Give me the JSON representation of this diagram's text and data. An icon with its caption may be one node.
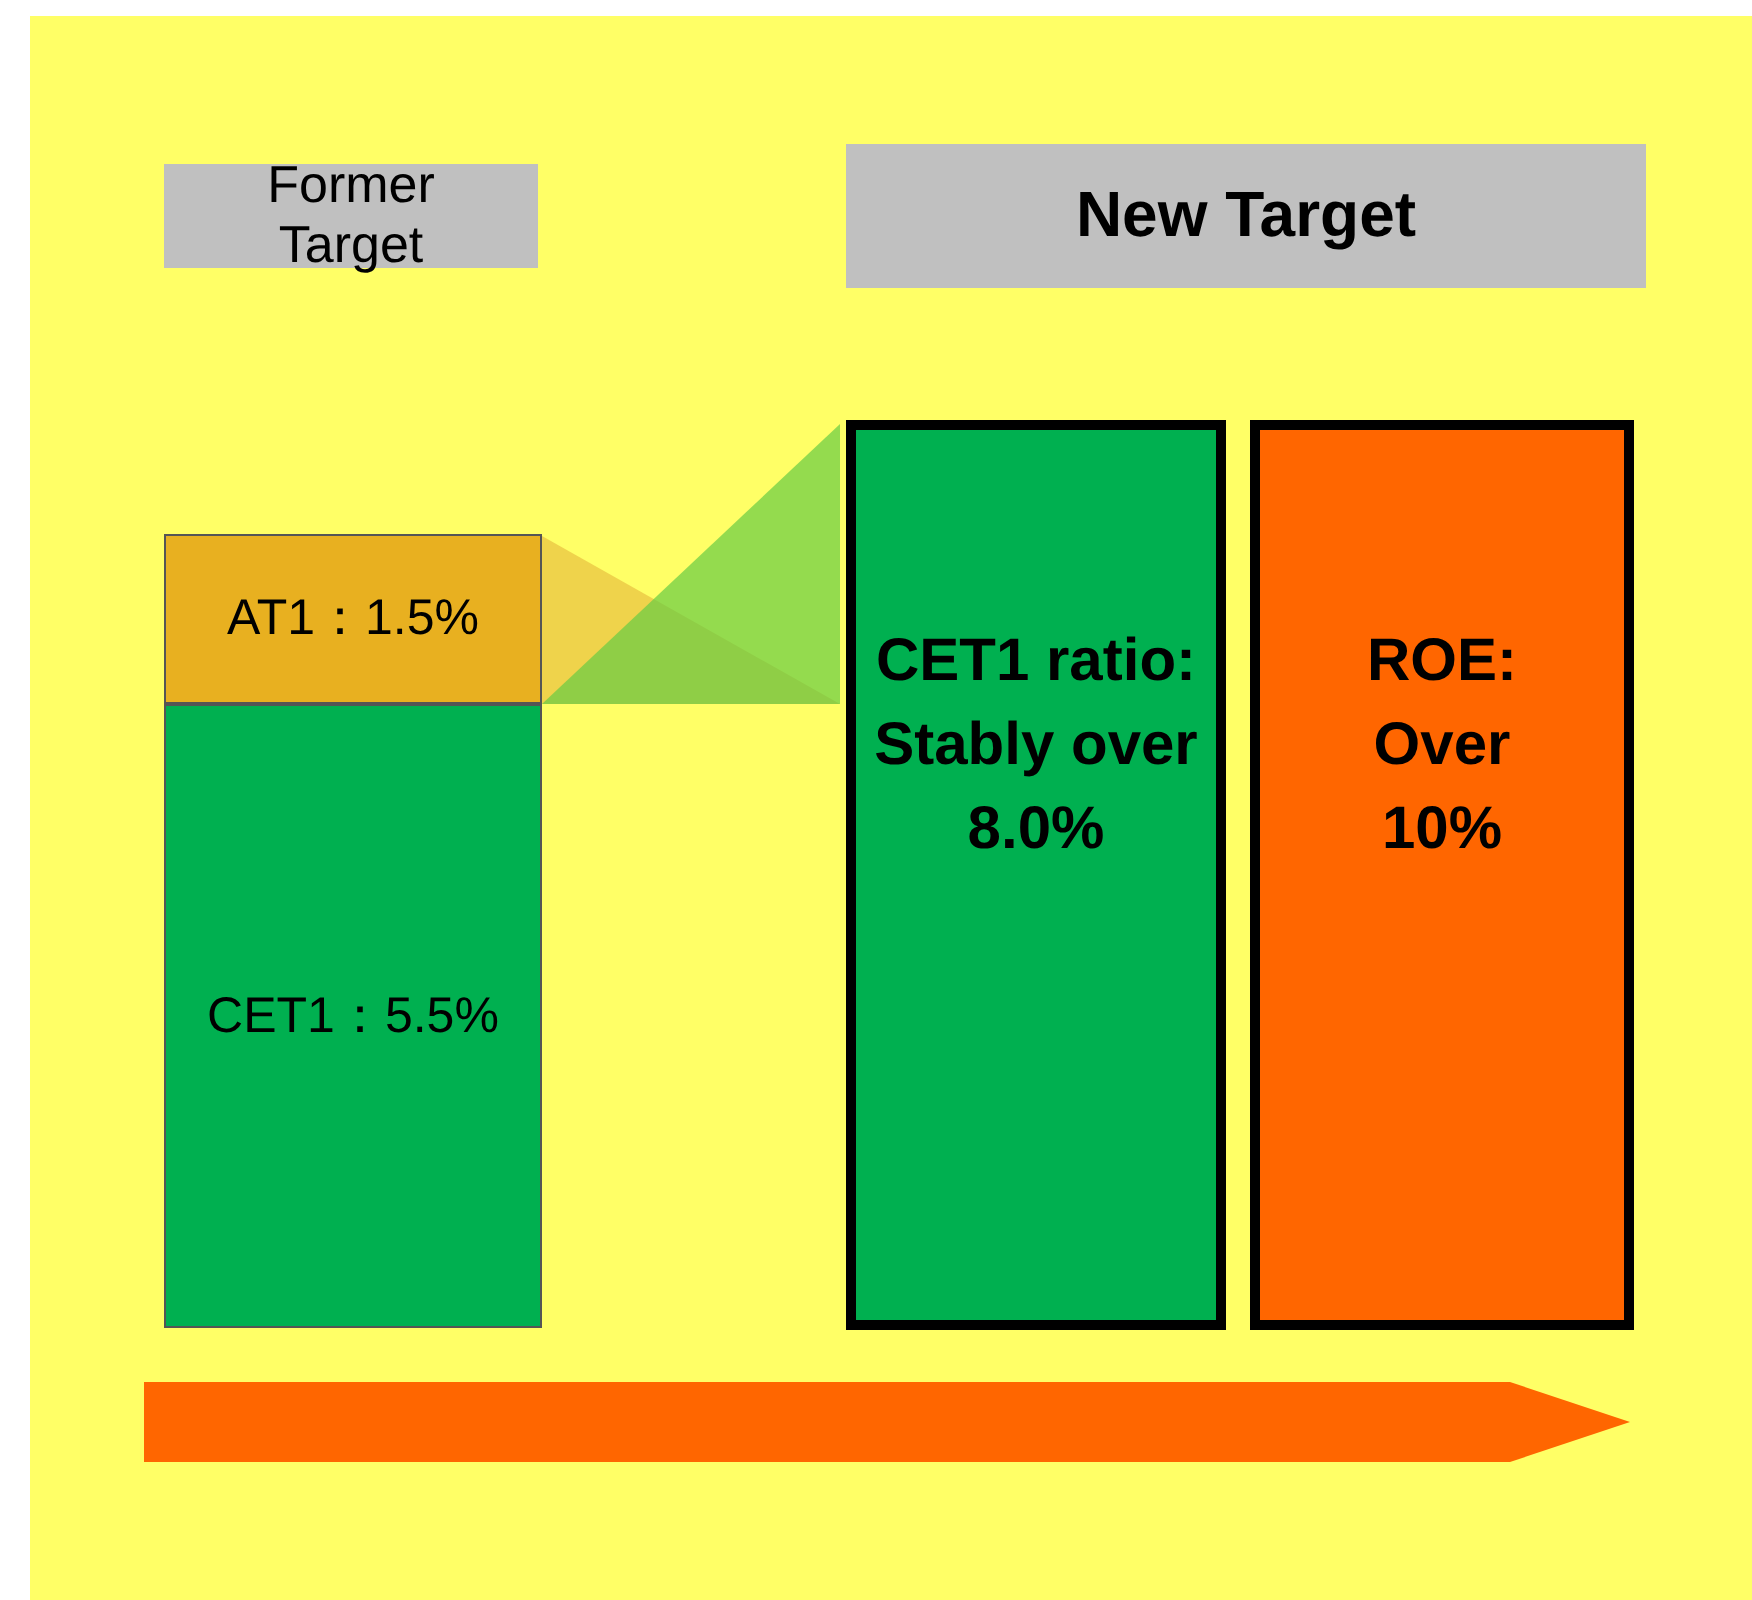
{
  "diagram": {
    "nodes": [
      {
        "text": [
          "Former Target"
        ]
      },
      {
        "text": [
          "New Target"
        ]
      },
      {
        "text": [
          "AT1：1.5%"
        ]
      },
      {
        "text": [
          "CET1：5.5%"
        ]
      },
      {
        "text": [
          "CET1 ratio: Stably over 8.0%"
        ]
      },
      {
        "text": [
          "ROE: Over 10%"
        ]
      }
    ]
  }
}
